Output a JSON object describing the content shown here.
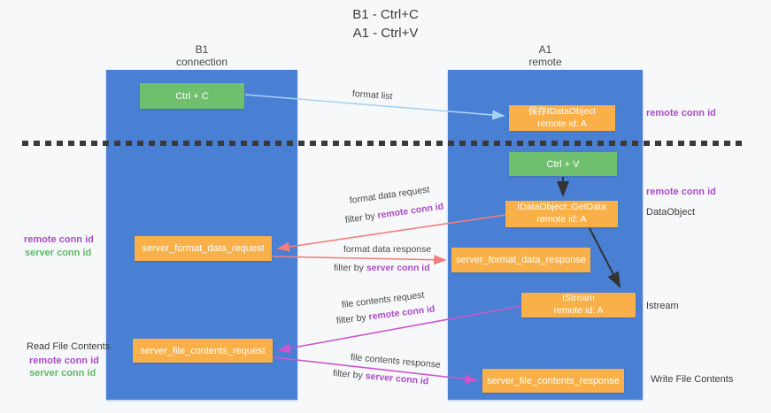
{
  "title": {
    "line1": "B1 - Ctrl+C",
    "line2": "A1 - Ctrl+V"
  },
  "columns": {
    "left": {
      "name": "B1",
      "role": "connection"
    },
    "right": {
      "name": "A1",
      "role": "remote"
    }
  },
  "boxes": {
    "ctrl_c": {
      "label": "Ctrl + C"
    },
    "save_dataobject": {
      "line1": "保存IDataObject",
      "line2": "remote id: A"
    },
    "ctrl_v": {
      "label": "Ctrl + V"
    },
    "getdata": {
      "line1": "IDataObject::GetData",
      "line2": "remote id: A"
    },
    "istream": {
      "line1": "IStream",
      "line2": "remote id: A"
    },
    "server_format_data_request": {
      "label": "server_format_data_request"
    },
    "server_format_data_response": {
      "label": "server_format_data_response"
    },
    "server_file_contents_request": {
      "label": "server_file_contents_request"
    },
    "server_file_contents_response": {
      "label": "server_file_contents_response"
    }
  },
  "side_labels": {
    "right_remote_conn_id_top": "remote conn id",
    "right_remote_conn_id_mid": "remote conn id",
    "right_dataobject": "DataObject",
    "right_istream": "Istream",
    "right_write_file_contents": "Write File Contents",
    "left_remote_conn_id_top": "remote conn id",
    "left_server_conn_id_top": "server conn id",
    "left_read_file_contents": "Read File Contents",
    "left_remote_conn_id_bottom": "remote conn id",
    "left_server_conn_id_bottom": "server conn id"
  },
  "arrows": {
    "format_list": {
      "label": "format list"
    },
    "format_data_request": {
      "label": "format data request",
      "filter_prefix": "filter by",
      "filter_key": "remote conn id"
    },
    "format_data_response": {
      "label": "format data response",
      "filter_prefix": "filter by",
      "filter_key": "server conn id"
    },
    "file_contents_request": {
      "label": "file contents request",
      "filter_prefix": "filter by",
      "filter_key": "remote conn id"
    },
    "file_contents_response": {
      "label": "file contents response",
      "filter_prefix": "filter by",
      "filter_key": "server conn id"
    }
  },
  "colors": {
    "column_blue": "#4a80d4",
    "box_green": "#70bf6e",
    "box_orange": "#fab049",
    "text_purple": "#ab4bc7",
    "text_green": "#5db863",
    "arrow_red": "#f27d7d",
    "arrow_magenta": "#cc55cc",
    "arrow_lightblue": "#a6d3f2",
    "arrow_black": "#333333",
    "background": "#f7f8f9"
  }
}
